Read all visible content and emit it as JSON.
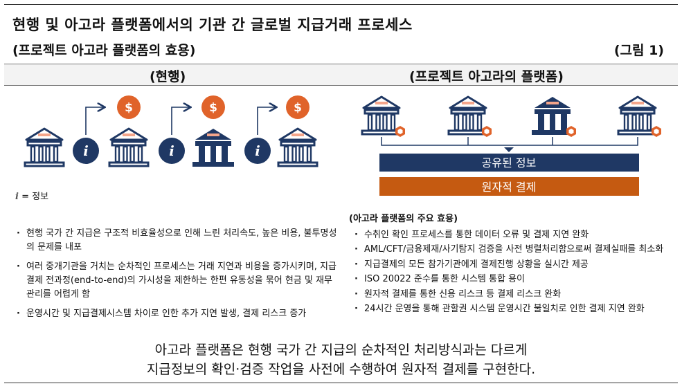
{
  "title": "현행 및 아고라 플랫폼에서의 기관 간 글로벌 지급거래 프로세스",
  "subtitle": "(프로젝트 아고라 플랫폼의 효용)",
  "figure_label": "(그림 1)",
  "sections": {
    "left_header": "(현행)",
    "right_header": "(프로젝트 아고라의 플랫폼)"
  },
  "legend": {
    "symbol": "i",
    "text": "= 정보"
  },
  "left_bullets": [
    "현행 국가 간 지급은 구조적 비효율성으로 인해 느린 처리속도, 높은 비용, 불투명성의 문제를 내포",
    "여러 중개기관을 거치는 순차적인 프로세스는 거래 지연과 비용을 증가시키며, 지급결제 전과정(end-to-end)의 가시성을 제한하는 한편 유동성을 묶어 현금 및 재무 관리를 어렵게 함",
    "운영시간 및 지급결제시스템 차이로 인한 추가 지연 발생, 결제 리스크 증가"
  ],
  "platform_bars": {
    "shared": "공유된 정보",
    "atomic": "원자적 결제"
  },
  "benefits": {
    "heading": "(아고라 플랫폼의 주요 효용)",
    "items": [
      "수취인 확인 프로세스를 통한 데이터 오류 및 결제 지연 완화",
      "AML/CFT/금융제재/사기탐지 검증을 사전 병렬처리함으로써 결제실패를 최소화",
      "지급결제의 모든 참가기관에게 결제진행 상황을 실시간 제공",
      "ISO 20022 준수를 통한 시스템 통합 용이",
      "원자적 결제를 통한 신용 리스크 등 결제 리스크 완화",
      "24시간 운영을 통해 관할권 시스템 운영시간 불일치로 인한 결제 지연 완화"
    ]
  },
  "summary": {
    "line1": "아고라 플랫폼은 현행 국가 간 지급의 순차적인 처리방식과는 다르게",
    "line2": "지급정보의 확인·검증 작업을 사전에 수행하여 원자적 결제를 구현한다."
  },
  "icons": {
    "coin": "dollar-coin-icon",
    "info": "info-circle-icon",
    "bank": "bank-icon",
    "token": "hexagon-token-icon"
  },
  "colors": {
    "navy": "#1f3864",
    "orange": "#e0632a",
    "bar_orange": "#c55a11",
    "accent_pink": "#f4a58a"
  }
}
